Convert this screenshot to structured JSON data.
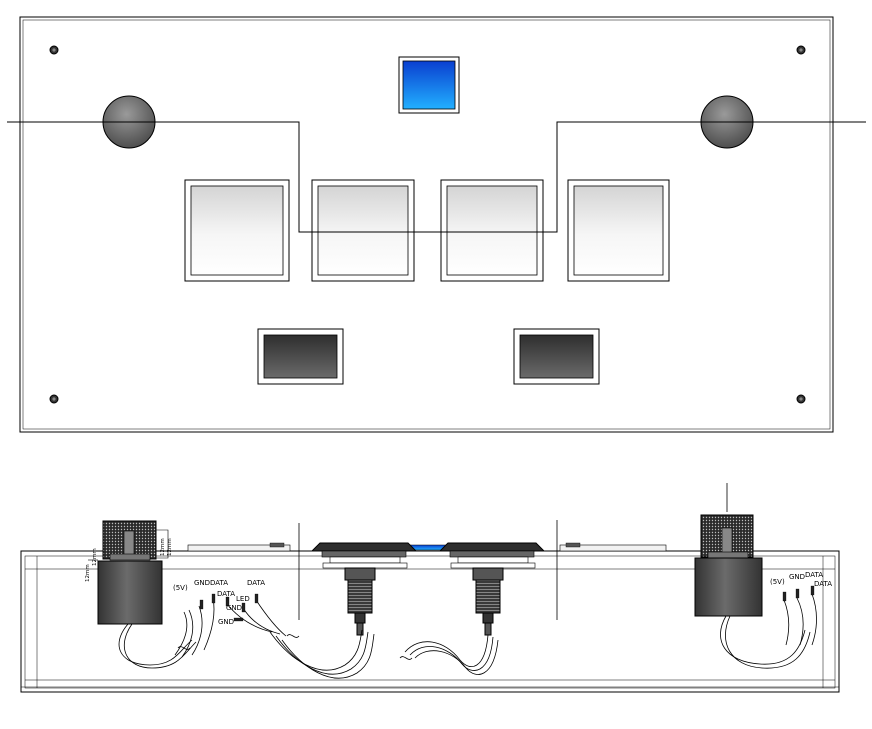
{
  "labels": {
    "left": {
      "v5": "(5V)",
      "gnd": "GND",
      "data1": "DATA",
      "data2": "DATA",
      "led": "LED",
      "gnd2": "GND",
      "gnd3": "GND",
      "data3": "DATA"
    },
    "right": {
      "v5": "(5V)",
      "gnd": "GND",
      "data1": "DATA",
      "data2": "DATA"
    },
    "dims": {
      "d1": "12mm",
      "d2": "12mm",
      "d3": "12mm",
      "d4": "12mm"
    }
  },
  "colors": {
    "outline": "#000000",
    "blue_button": "#1a6fe0",
    "knob": "#7a7a7a",
    "dark_button": "#4a4a4a",
    "bracket": "#3a3a3a"
  }
}
